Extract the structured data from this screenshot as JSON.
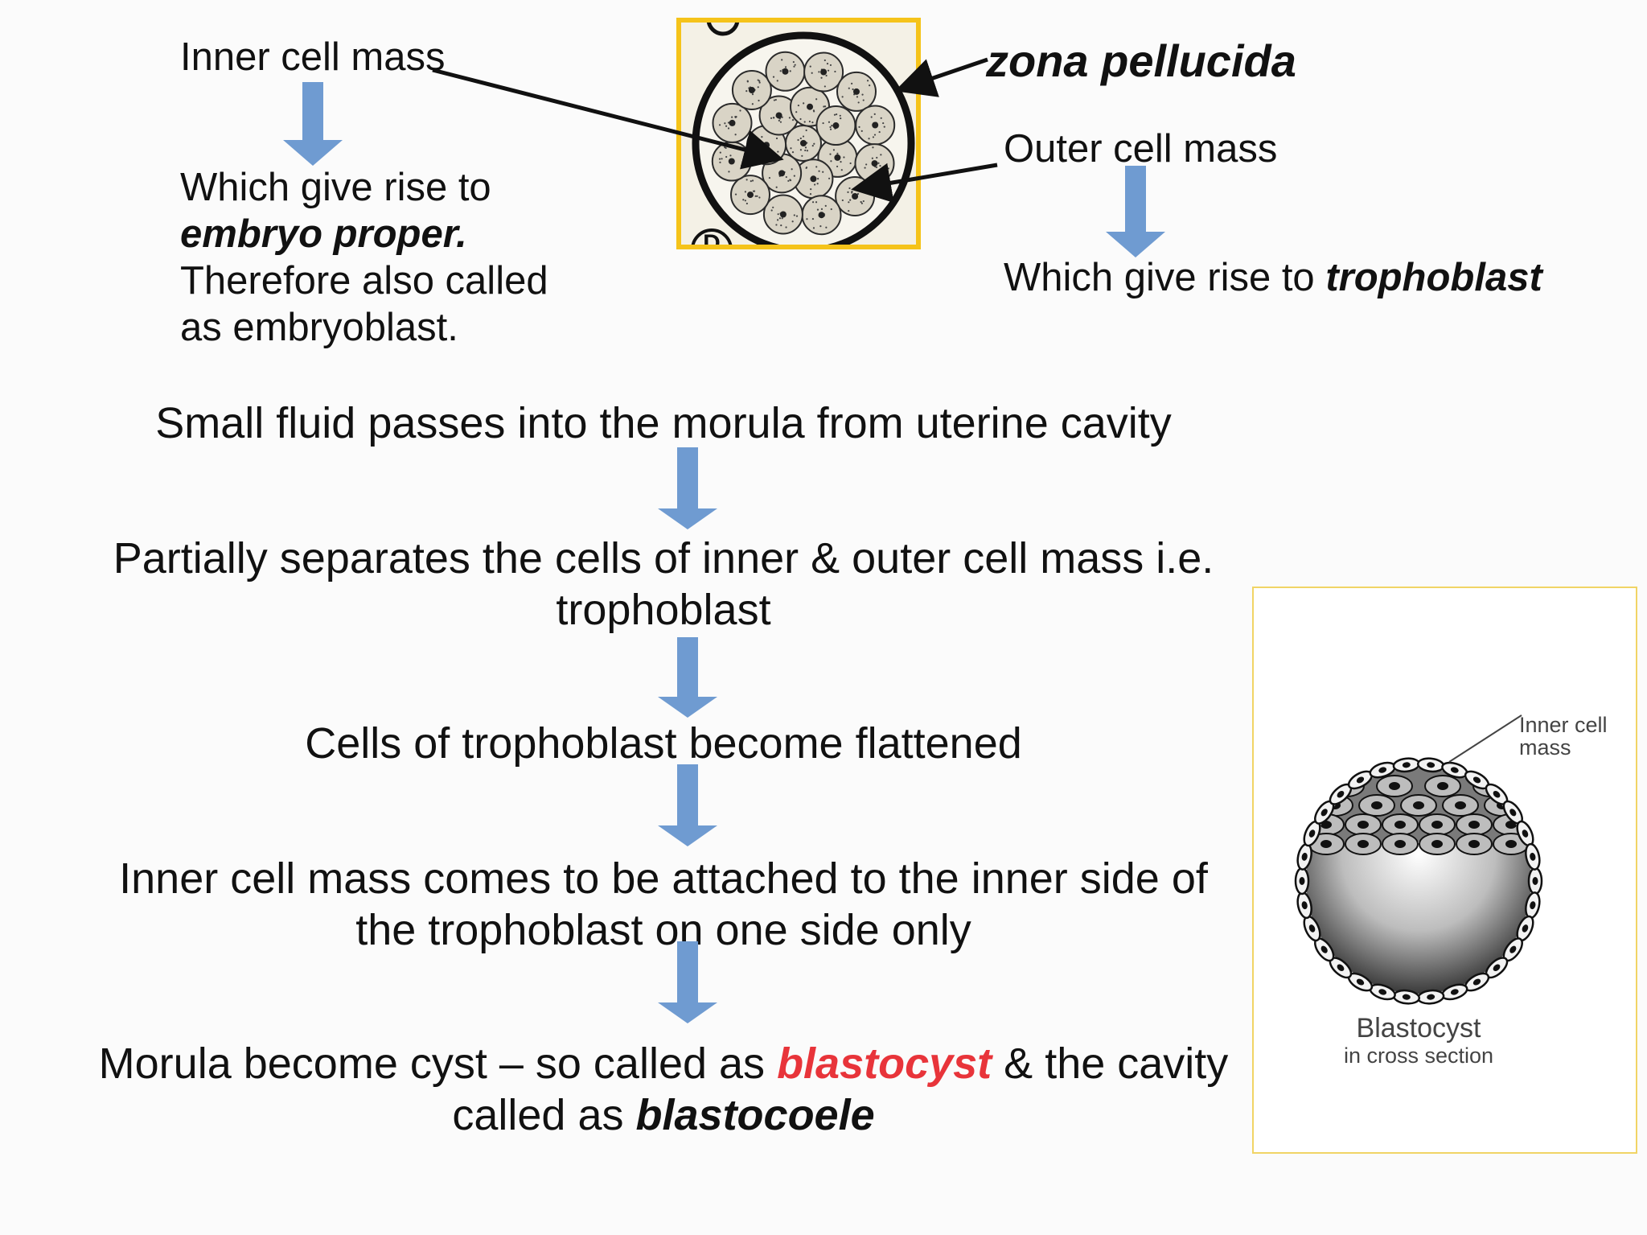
{
  "top_left": {
    "label": "Inner cell mass",
    "line1": "Which give rise to",
    "line2": "embryo proper.",
    "line3": "Therefore also called",
    "line4": "as embryoblast."
  },
  "top_right": {
    "zona": "zona pellucida",
    "label": "Outer cell mass",
    "rise_prefix": "Which give rise to ",
    "rise_emph": "trophoblast"
  },
  "morula_figure": {
    "panel_letter": "D"
  },
  "flow": {
    "step1": "Small fluid passes into the morula from uterine cavity",
    "step2_l1": "Partially separates the cells of inner & outer cell mass i.e.",
    "step2_l2": "trophoblast",
    "step3": "Cells of trophoblast become flattened",
    "step4_l1": "Inner cell mass comes to be attached to the inner side of",
    "step4_l2": "the trophoblast on one side only",
    "step5_a": "Morula become cyst – so called as ",
    "step5_b": "blastocyst",
    "step5_c": " & the cavity",
    "step5_d": "called as ",
    "step5_e": "blastocoele"
  },
  "blastocyst_figure": {
    "label_inner_1": "Inner cell",
    "label_inner_2": "mass",
    "caption": "Blastocyst",
    "subcaption": "in cross section"
  },
  "colors": {
    "arrow": "#6f9bd1",
    "frame_yellow": "#f5c31a",
    "emphasis_red": "#e8343a"
  }
}
